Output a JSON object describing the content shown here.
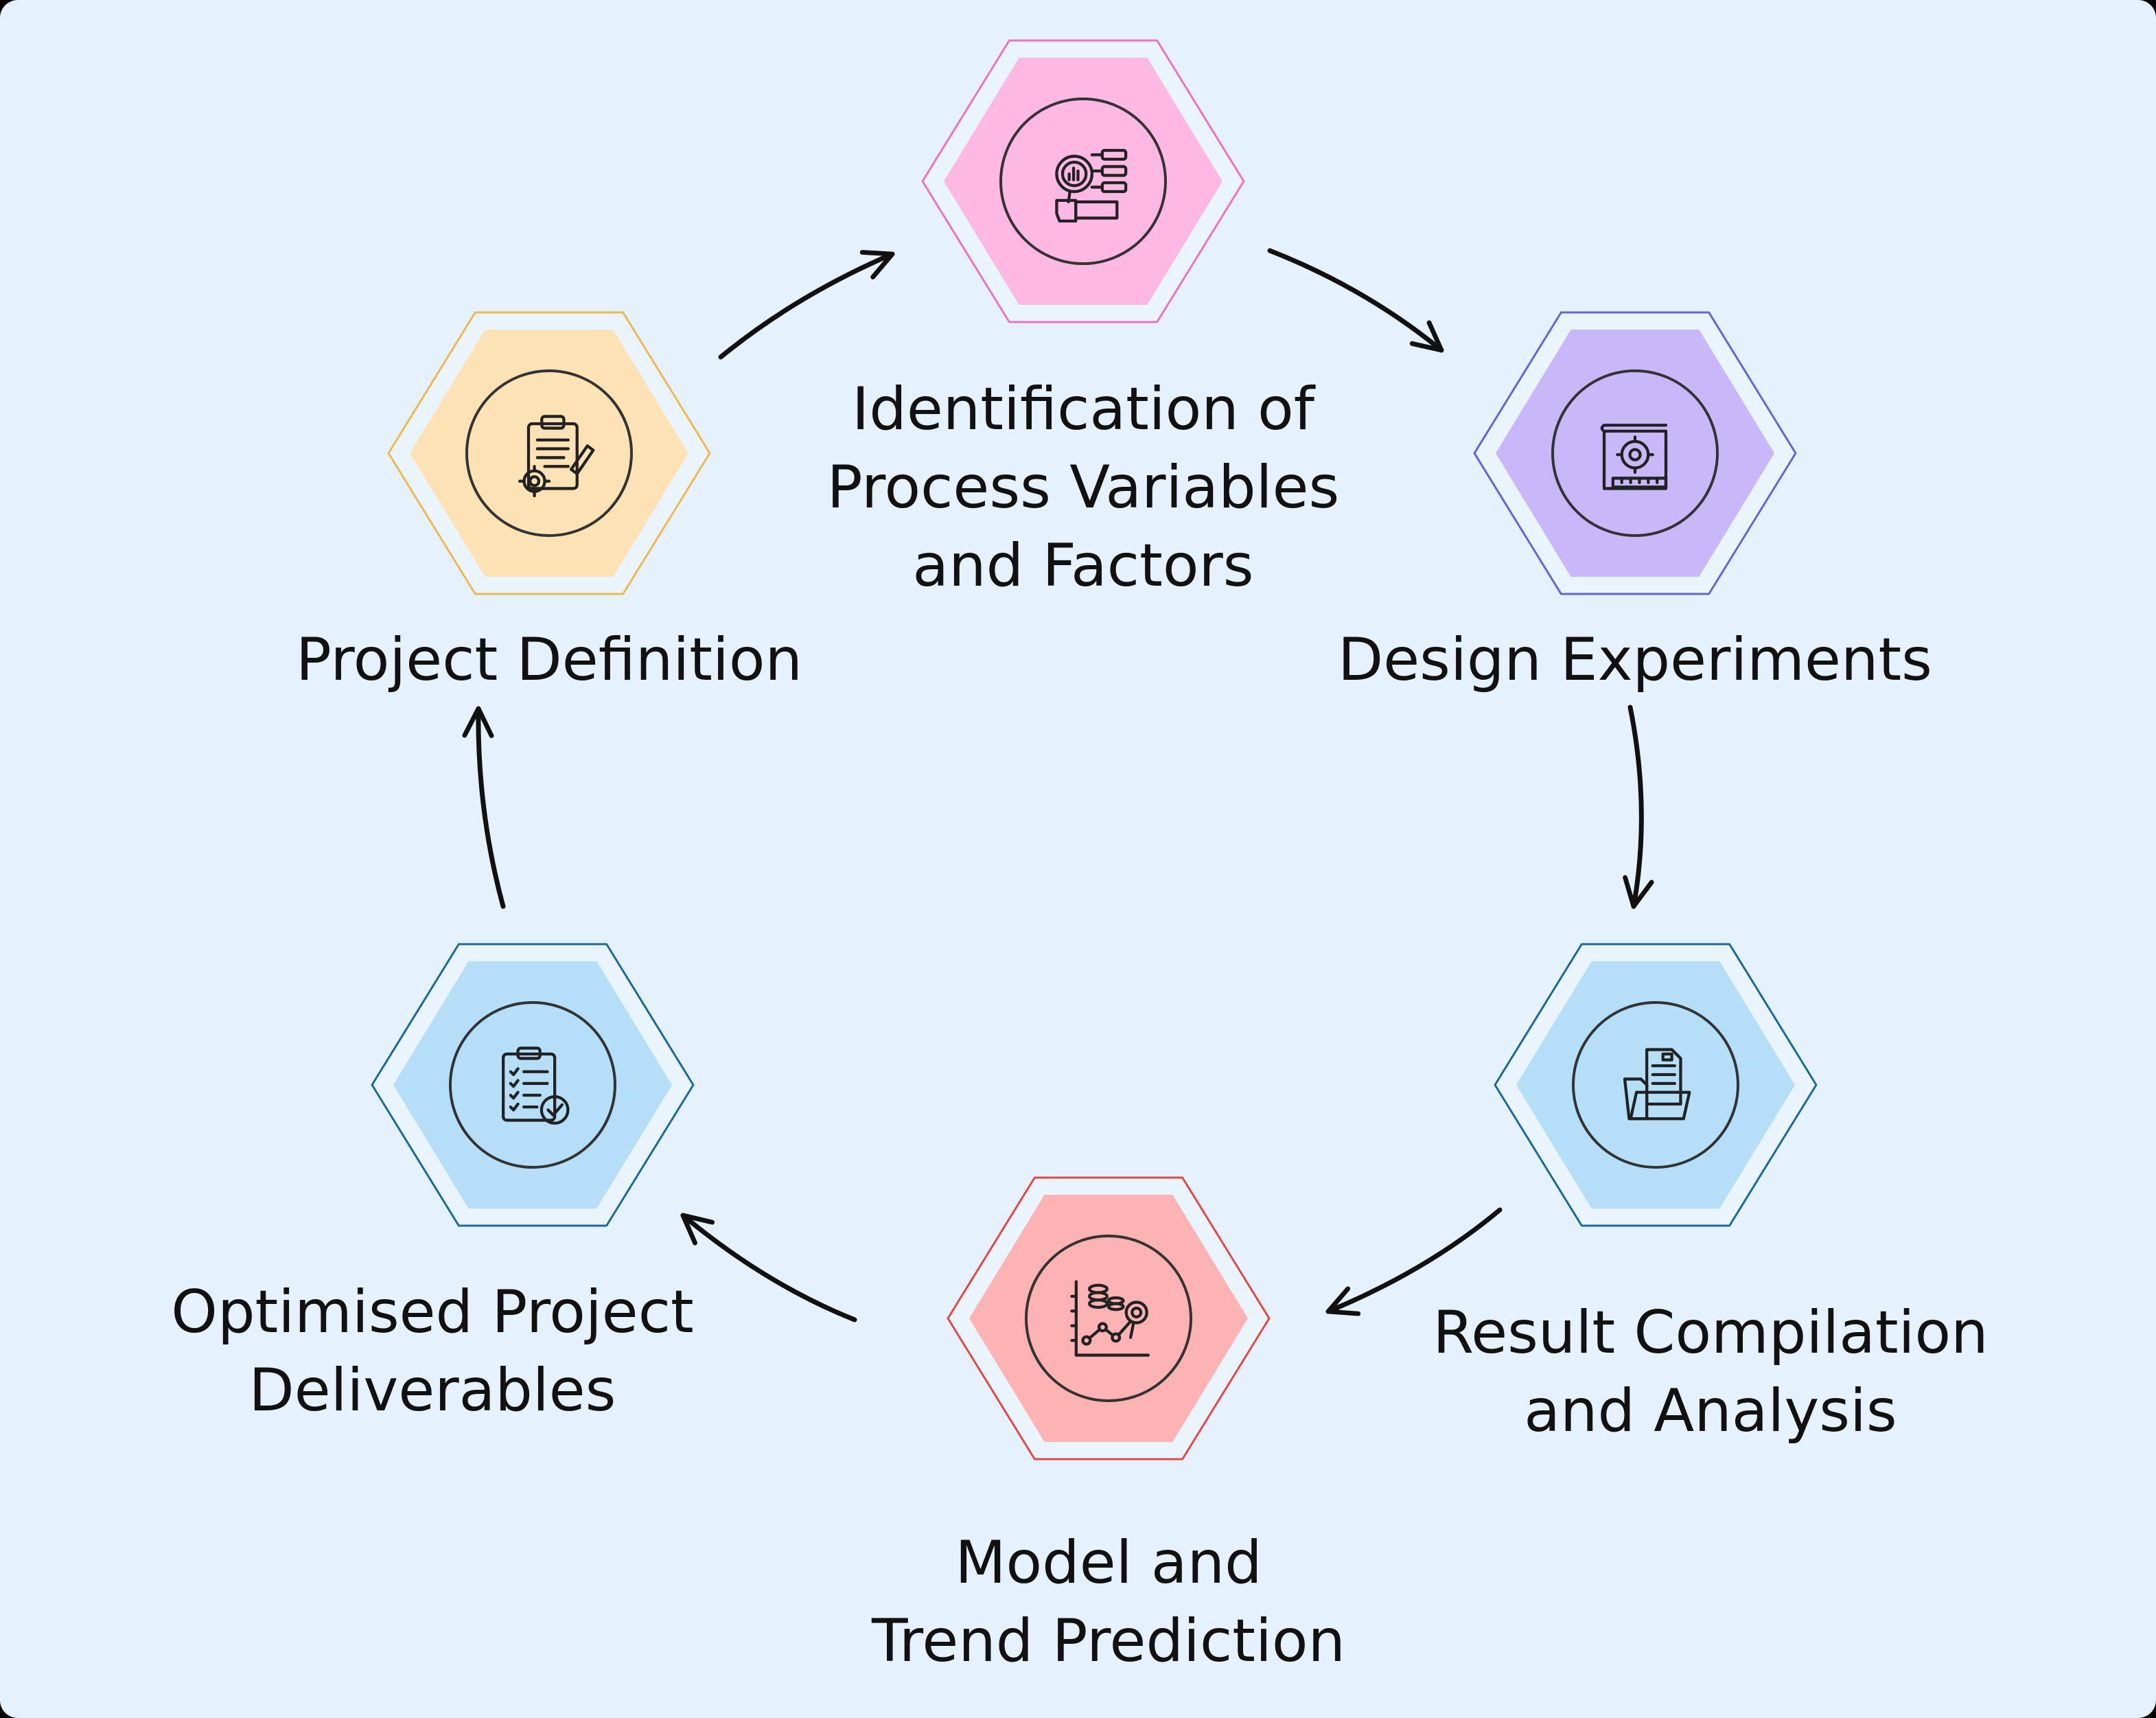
{
  "nodes": [
    {
      "id": "project-definition",
      "lines": [
        "Project Definition"
      ],
      "fill": "#fde2b6",
      "outline": "#f0b850",
      "icon": "clipboard-gear-icon"
    },
    {
      "id": "identification",
      "lines": [
        "Identification of",
        "Process Variables",
        "and Factors"
      ],
      "fill": "#fdb8e4",
      "outline": "#ee72be",
      "icon": "data-analysis-icon"
    },
    {
      "id": "design-experiments",
      "lines": [
        "Design Experiments"
      ],
      "fill": "#c8b8fa",
      "outline": "#6a62dc",
      "icon": "blueprint-gear-icon"
    },
    {
      "id": "result-compilation",
      "lines": [
        "Result Compilation",
        "and Analysis"
      ],
      "fill": "#b5def9",
      "outline": "#1a6b9a",
      "icon": "folder-document-icon"
    },
    {
      "id": "model-trend",
      "lines": [
        "Model and",
        "Trend Prediction"
      ],
      "fill": "#fdb3b3",
      "outline": "#e24848",
      "icon": "chart-coins-icon"
    },
    {
      "id": "optimised-deliverables",
      "lines": [
        "Optimised Project",
        "Deliverables"
      ],
      "fill": "#b5def9",
      "outline": "#1a6b9a",
      "icon": "checklist-approved-icon"
    }
  ],
  "edges": [
    {
      "from": "project-definition",
      "to": "identification"
    },
    {
      "from": "identification",
      "to": "design-experiments"
    },
    {
      "from": "design-experiments",
      "to": "result-compilation"
    },
    {
      "from": "result-compilation",
      "to": "model-trend"
    },
    {
      "from": "model-trend",
      "to": "optimised-deliverables"
    },
    {
      "from": "optimised-deliverables",
      "to": "project-definition"
    }
  ]
}
